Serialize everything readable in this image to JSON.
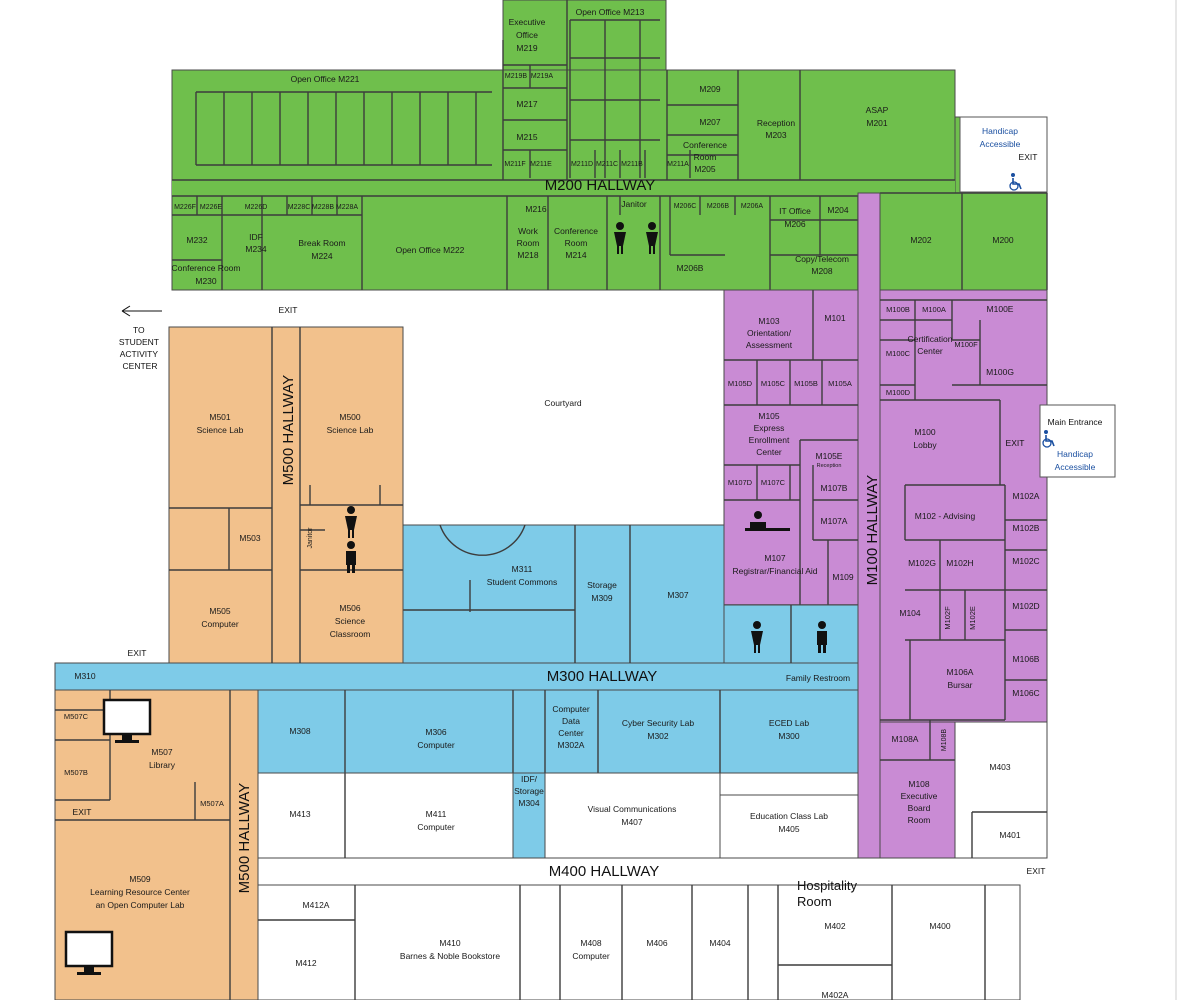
{
  "colors": {
    "m200_wing": "#6fbf4c",
    "m100_wing": "#c98bd4",
    "m300_wing": "#7ecbe8",
    "m500_wing": "#f2c18c",
    "m400_wing": "#ffffff",
    "accessible_text": "#1a4fa0"
  },
  "hallways": {
    "m200": "M200 HALLWAY",
    "m100": "M100 HALLWAY",
    "m300": "M300 HALLWAY",
    "m400": "M400 HALLWAY",
    "m500_upper": "M500 HALLWAY",
    "m500_lower": "M500 HALLWAY"
  },
  "rooms": {
    "m200_wing": {
      "m219": [
        "Executive",
        "Office",
        "M219"
      ],
      "m213": [
        "Open Office M213"
      ],
      "m221": [
        "Open Office M221"
      ],
      "m219b": [
        "M219B"
      ],
      "m219a": [
        "M219A"
      ],
      "m217": [
        "M217"
      ],
      "m215": [
        "M215"
      ],
      "m211f": [
        "M211F"
      ],
      "m211e": [
        "M211E"
      ],
      "m211d": [
        "M211D"
      ],
      "m211c": [
        "M211C"
      ],
      "m211b": [
        "M211B"
      ],
      "m211a": [
        "M211A"
      ],
      "m209": [
        "M209"
      ],
      "m207": [
        "M207"
      ],
      "m205": [
        "Conference",
        "Room",
        "M205"
      ],
      "m203": [
        "Reception",
        "M203"
      ],
      "m201": [
        "ASAP",
        "M201"
      ],
      "m226f": [
        "M226F"
      ],
      "m226e": [
        "M226E"
      ],
      "m226d": [
        "M226D"
      ],
      "m228c": [
        "M228C"
      ],
      "m228b": [
        "M228B"
      ],
      "m228a": [
        "M228A"
      ],
      "m232": [
        "M232"
      ],
      "m234": [
        "IDF",
        "M234"
      ],
      "m224": [
        "Break Room",
        "M224"
      ],
      "m222": [
        "Open Office M222"
      ],
      "m230": [
        "Conference Room",
        "M230"
      ],
      "m216": [
        "M216"
      ],
      "m218": [
        "Work",
        "Room",
        "M218"
      ],
      "m214": [
        "Conference",
        "Room",
        "M214"
      ],
      "janitor": [
        "Janitor"
      ],
      "m206c": [
        "M206C"
      ],
      "m206b_top": [
        "M206B"
      ],
      "m206a": [
        "M206A"
      ],
      "m206": [
        "IT Office",
        "M206"
      ],
      "m204": [
        "M204"
      ],
      "m206b": [
        "M206B"
      ],
      "m208": [
        "Copy/Telecom",
        "M208"
      ],
      "m202": [
        "M202"
      ],
      "m200": [
        "M200"
      ]
    },
    "m100_wing": {
      "m103": [
        "M103",
        "Orientation/",
        "Assessment"
      ],
      "m101": [
        "M101"
      ],
      "m100b": [
        "M100B"
      ],
      "m100a": [
        "M100A"
      ],
      "m100e": [
        "M100E"
      ],
      "cert": [
        "Certification",
        "Center"
      ],
      "m100c": [
        "M100C"
      ],
      "m100f": [
        "M100F"
      ],
      "m100g": [
        "M100G"
      ],
      "m100d": [
        "M100D"
      ],
      "m105d": [
        "M105D"
      ],
      "m105c": [
        "M105C"
      ],
      "m105b": [
        "M105B"
      ],
      "m105a": [
        "M105A"
      ],
      "m105": [
        "M105",
        "Express",
        "Enrollment",
        "Center"
      ],
      "m100": [
        "M100",
        "Lobby"
      ],
      "m105e": [
        "M105E",
        "Reception"
      ],
      "m107d": [
        "M107D"
      ],
      "m107c": [
        "M107C"
      ],
      "m107b": [
        "M107B"
      ],
      "m107a": [
        "M107A"
      ],
      "m107": [
        "M107",
        "Registrar/Financial Aid"
      ],
      "m109": [
        "M109"
      ],
      "m102a": [
        "M102A"
      ],
      "m102_advising": [
        "M102 - Advising"
      ],
      "m102b": [
        "M102B"
      ],
      "m102g": [
        "M102G"
      ],
      "m102h": [
        "M102H"
      ],
      "m102c": [
        "M102C"
      ],
      "m104": [
        "M104"
      ],
      "m102f": [
        "M102F"
      ],
      "m102e": [
        "M102E"
      ],
      "m102d": [
        "M102D"
      ],
      "m106b": [
        "M106B"
      ],
      "m106a": [
        "M106A",
        "Bursar"
      ],
      "m106c": [
        "M106C"
      ],
      "m108a": [
        "M108A"
      ],
      "m108b": [
        "M108B"
      ],
      "m108": [
        "M108",
        "Executive",
        "Board",
        "Room"
      ]
    },
    "m300_wing": {
      "m311": [
        "M311",
        "Student Commons"
      ],
      "m309": [
        "Storage",
        "M309"
      ],
      "m307": [
        "M307"
      ],
      "m310": [
        "M310"
      ],
      "m308": [
        "M308"
      ],
      "m306": [
        "M306",
        "Computer"
      ],
      "m302a": [
        "Computer",
        "Data",
        "Center",
        "M302A"
      ],
      "m302": [
        "Cyber Security Lab",
        "M302"
      ],
      "m300": [
        "ECED Lab",
        "M300"
      ],
      "m304": [
        "IDF/",
        "Storage",
        "M304"
      ],
      "family": [
        "Family Restroom"
      ]
    },
    "m500_wing": {
      "m501": [
        "M501",
        "Science Lab"
      ],
      "m500": [
        "M500",
        "Science Lab"
      ],
      "m503": [
        "M503"
      ],
      "janitor": [
        "Janitor"
      ],
      "m505": [
        "M505",
        "Computer"
      ],
      "m506": [
        "M506",
        "Science",
        "Classroom"
      ],
      "m507c": [
        "M507C"
      ],
      "m507": [
        "M507",
        "Library"
      ],
      "m507b": [
        "M507B"
      ],
      "m507a": [
        "M507A"
      ],
      "m509": [
        "M509",
        "Learning Resource Center",
        "an Open Computer Lab"
      ]
    },
    "m400_wing": {
      "m413": [
        "M413"
      ],
      "m411": [
        "M411",
        "Computer"
      ],
      "m407": [
        "Visual Communications",
        "M407"
      ],
      "m405": [
        "Education Class Lab",
        "M405"
      ],
      "m403": [
        "M403"
      ],
      "m401": [
        "M401"
      ],
      "m412a": [
        "M412A"
      ],
      "m412": [
        "M412"
      ],
      "m410": [
        "M410",
        "Barnes & Noble Bookstore"
      ],
      "m408": [
        "M408",
        "Computer"
      ],
      "m406": [
        "M406"
      ],
      "m404": [
        "M404"
      ],
      "m402": [
        "M402"
      ],
      "m400": [
        "M400"
      ],
      "m402a": [
        "M402A"
      ]
    }
  },
  "areas": {
    "courtyard": "Courtyard",
    "hospitality": [
      "Hospitality",
      "Room"
    ]
  },
  "exits": {
    "top_right": "EXIT",
    "main": "EXIT",
    "m500_top": "EXIT",
    "m300_left": "EXIT",
    "m500_lower": "EXIT",
    "m400_right": "EXIT"
  },
  "signs": {
    "handicap_top": [
      "Handicap",
      "Accessible"
    ],
    "main_entrance": "Main Entrance",
    "handicap_main": [
      "Handicap",
      "Accessible"
    ],
    "student_center": [
      "TO",
      "STUDENT",
      "ACTIVITY",
      "CENTER"
    ]
  },
  "icons": {
    "wheelchair": "wheelchair-icon",
    "restroom_women": "restroom-women-icon",
    "restroom_men": "restroom-men-icon",
    "computer": "computer-icon",
    "arrow_left": "arrow-left-icon",
    "reception_person": "reception-person-icon"
  }
}
